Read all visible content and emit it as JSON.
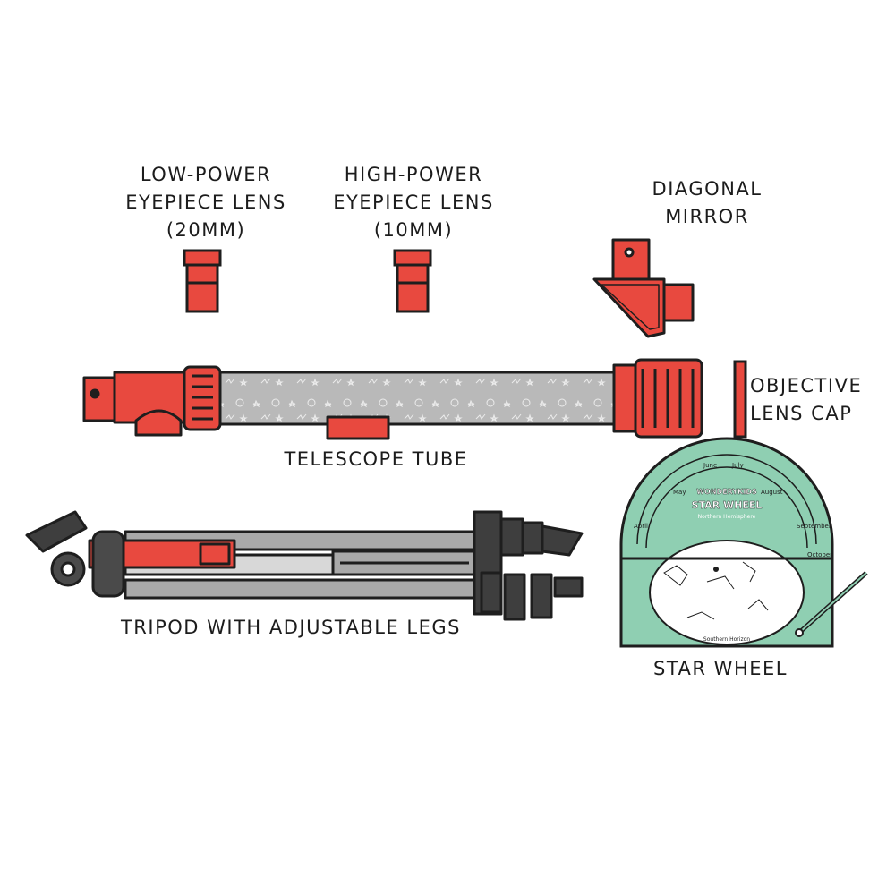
{
  "labels": {
    "low_power": [
      "Low-Power",
      "Eyepiece Lens",
      "(20mm)"
    ],
    "high_power": [
      "High-Power",
      "Eyepiece Lens",
      "(10mm)"
    ],
    "diagonal": [
      "Diagonal",
      "Mirror"
    ],
    "objective": [
      "Objective",
      "Lens Cap"
    ],
    "tube": "Telescope Tube",
    "tripod": "Tripod with adjustable legs",
    "star_wheel": "Star Wheel"
  },
  "star_wheel_card": {
    "brand": "WONDERYKIDS",
    "title": "STAR WHEEL",
    "subtitle": "Northern Hemisphere",
    "footer": "Southern Horizon",
    "months": [
      "June",
      "July",
      "May",
      "August",
      "April",
      "September",
      "October"
    ]
  },
  "colors": {
    "red": "#e8493f",
    "outline": "#1e1e1e",
    "tube_gray": "#b9b9b9",
    "tripod_gray": "#a9a9a9",
    "dark_gray": "#4a4a4a",
    "teal": "#8fcfb2",
    "white": "#ffffff"
  }
}
